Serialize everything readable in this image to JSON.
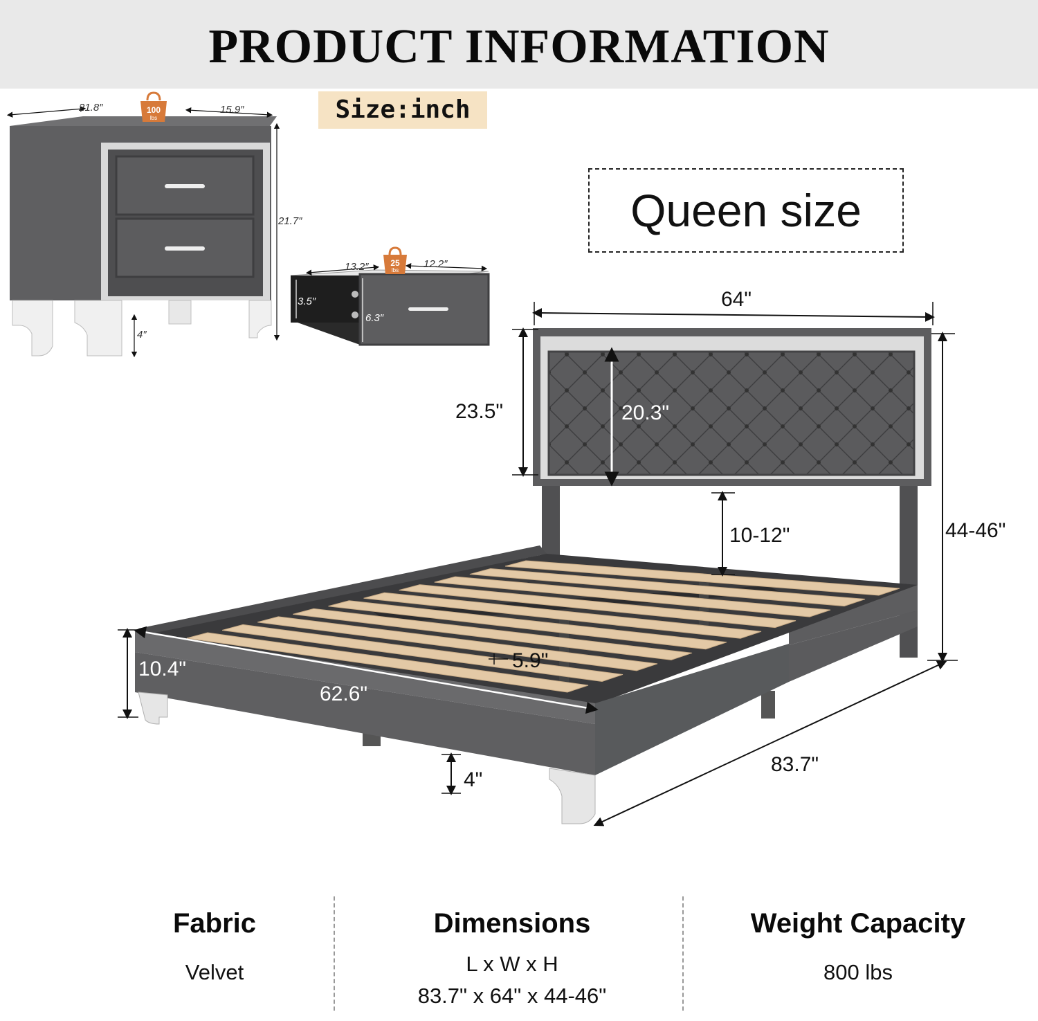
{
  "header": {
    "title": "PRODUCT INFORMATION"
  },
  "size_unit": "Size:inch",
  "model_label": "Queen size",
  "nightstand": {
    "width": "21.8″",
    "depth": "15.9″",
    "height": "21.7″",
    "leg": "4″",
    "weight_badge": {
      "value": "100",
      "unit": "lbs"
    }
  },
  "drawer": {
    "inner_width": "13.2″",
    "inner_depth": "12.2″",
    "inner_height": "3.5″",
    "front_height": "6.3″",
    "weight_badge": {
      "value": "25",
      "unit": "lbs"
    }
  },
  "bed": {
    "headboard_width": "64\"",
    "headboard_height": "23.5\"",
    "panel_height": "20.3\"",
    "headboard_gap": "10-12\"",
    "total_height": "44-46\"",
    "rail_height": "10.4\"",
    "inner_width": "62.6\"",
    "slat_gap": "5.9\"",
    "leg_height": "4\"",
    "length": "83.7\""
  },
  "specs": [
    {
      "heading": "Fabric",
      "lines": [
        "Velvet"
      ]
    },
    {
      "heading": "Dimensions",
      "lines": [
        "L x W x H",
        "83.7\" x 64\" x 44-46\""
      ]
    },
    {
      "heading": "Weight Capacity",
      "lines": [
        "800 lbs"
      ]
    }
  ],
  "colors": {
    "fabric_gray": "#5f5f61",
    "dark_gray": "#4a4a4c",
    "wood": "#e3c9a6",
    "glitter": "#d9d9d9",
    "tag_bg": "#f6e3c4"
  }
}
